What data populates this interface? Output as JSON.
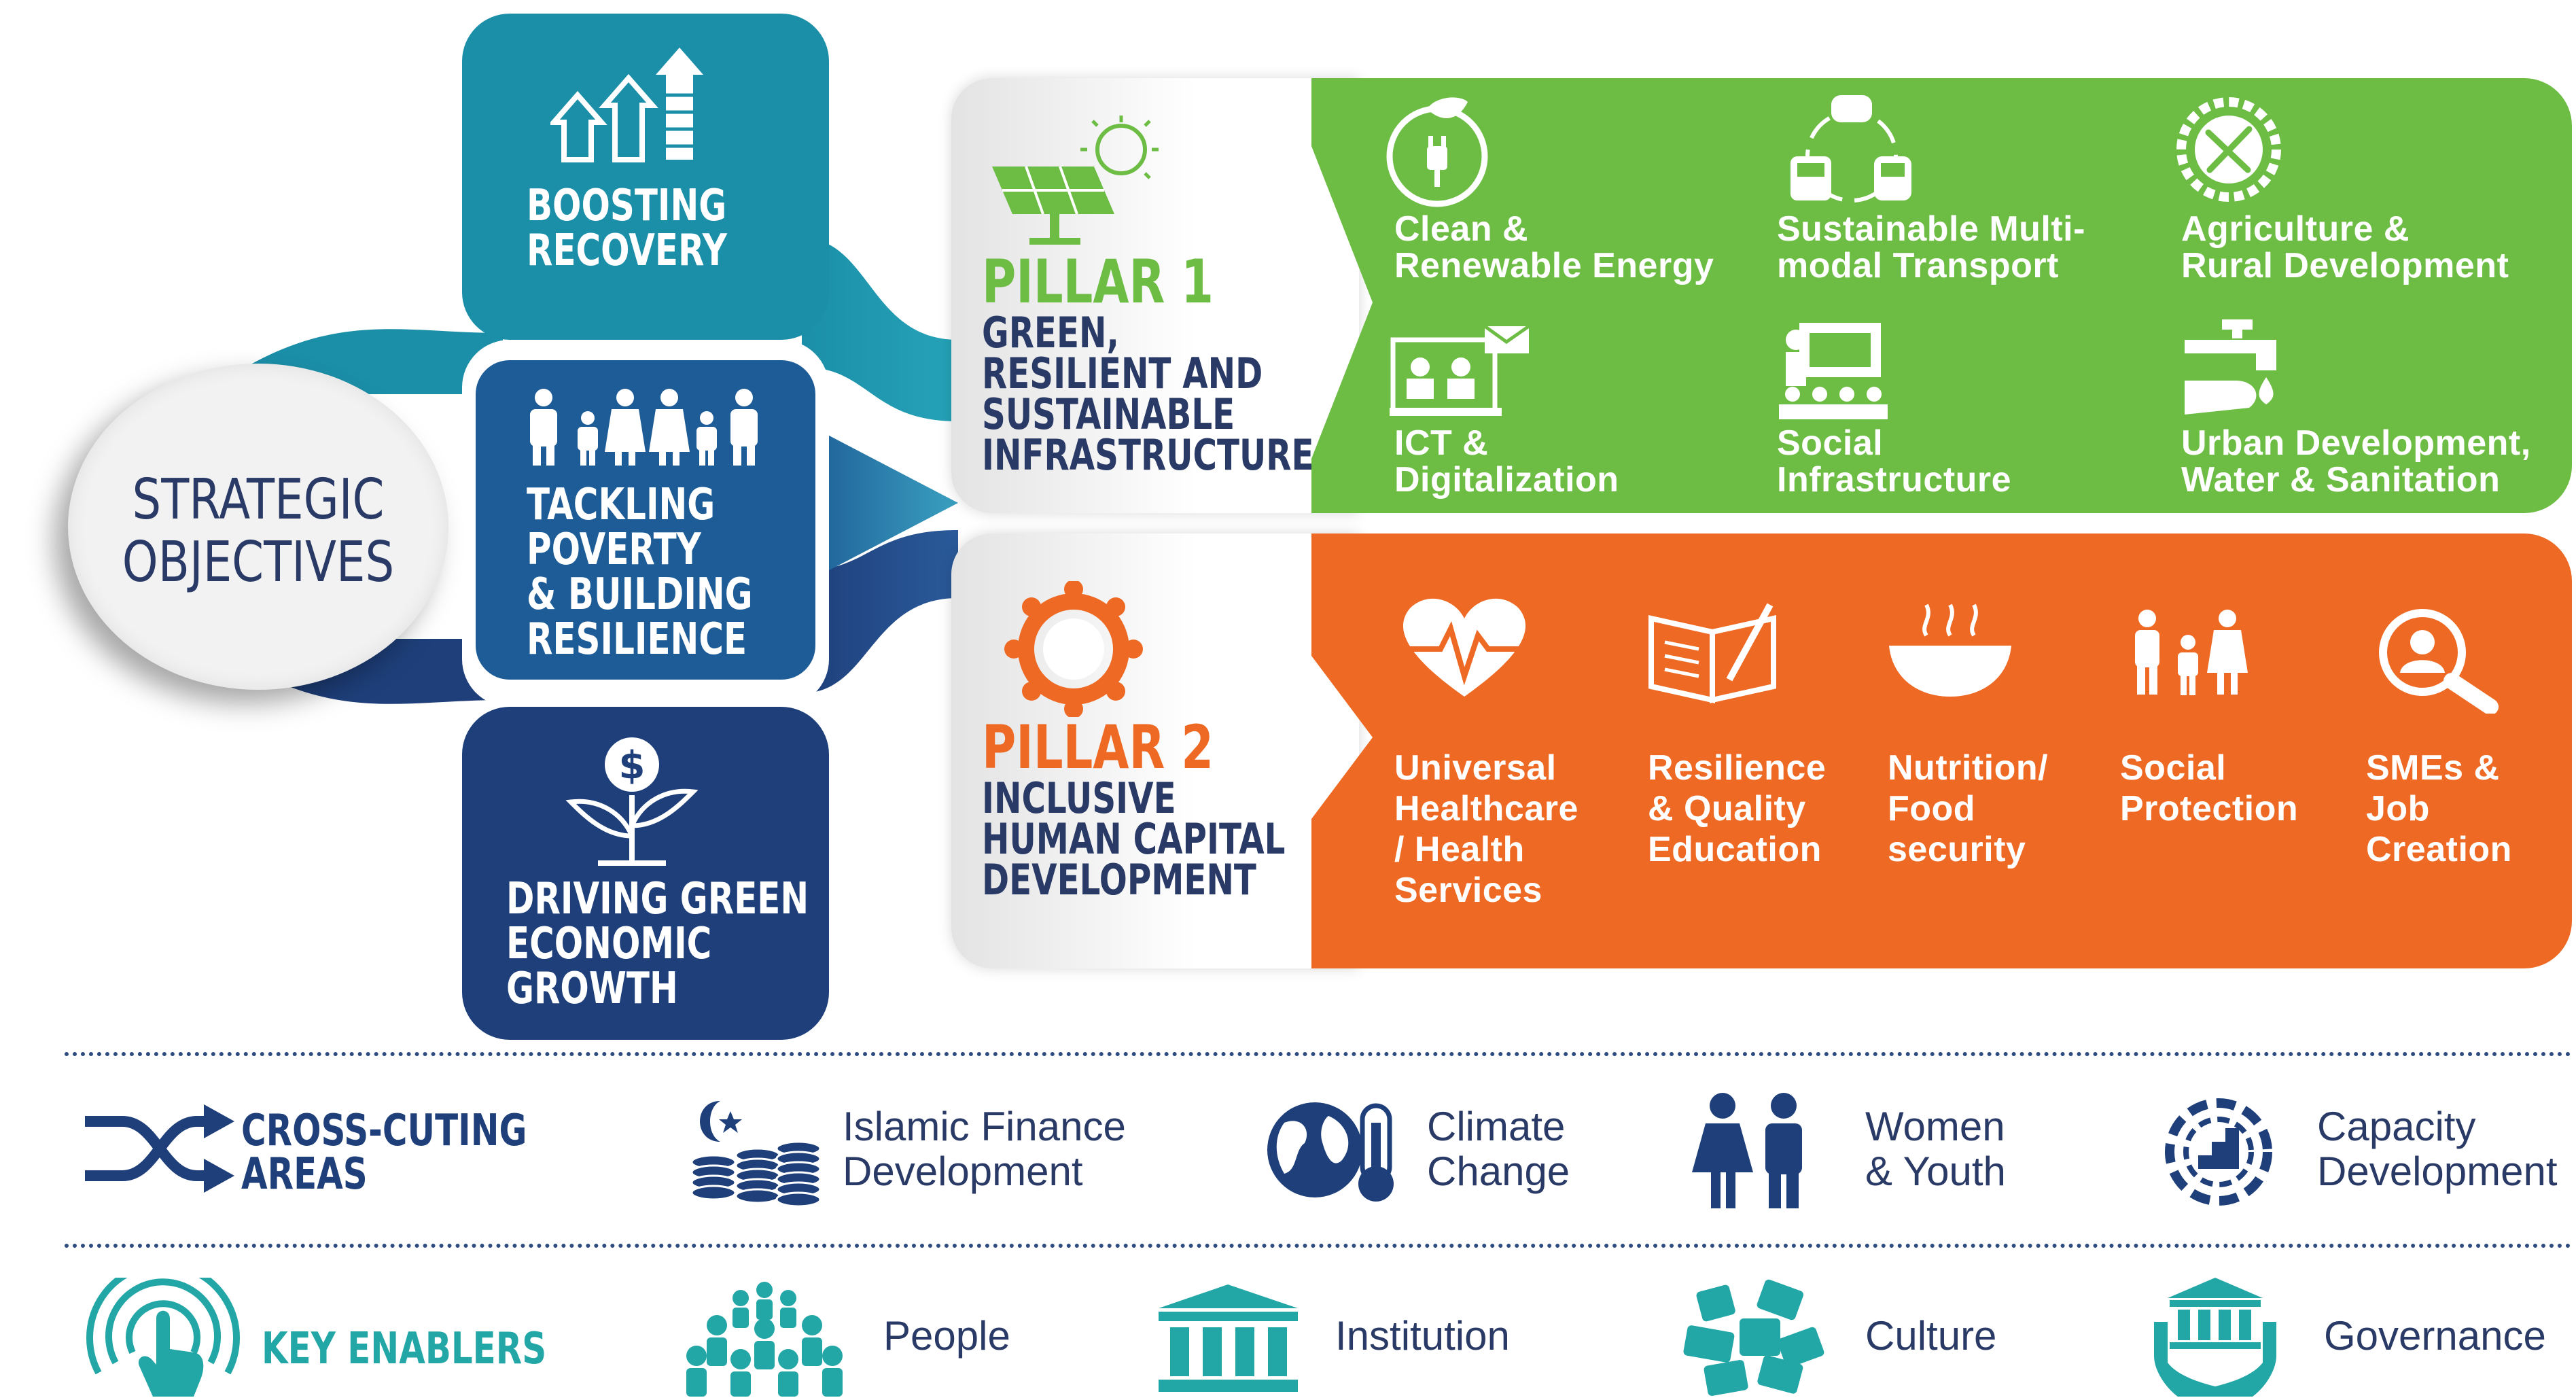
{
  "strategic": {
    "title_line1": "STRATEGIC",
    "title_line2": "OBJECTIVES",
    "objectives": [
      {
        "line1": "BOOSTING",
        "line2": "RECOVERY",
        "line3": "",
        "line4": ""
      },
      {
        "line1": "TACKLING",
        "line2": "POVERTY",
        "line3": "& BUILDING",
        "line4": "RESILIENCE"
      },
      {
        "line1": "DRIVING GREEN",
        "line2": "ECONOMIC",
        "line3": "GROWTH",
        "line4": ""
      }
    ]
  },
  "pillar1": {
    "title": "PILLAR 1",
    "sub1": "GREEN,",
    "sub2": "RESILIENT AND",
    "sub3": "SUSTAINABLE",
    "sub4": "INFRASTRUCTURE",
    "items": [
      {
        "icon": "clean-energy-icon",
        "l1": "Clean &",
        "l2": "Renewable Energy"
      },
      {
        "icon": "transport-icon",
        "l1": "Sustainable Multi-",
        "l2": "modal Transport"
      },
      {
        "icon": "agriculture-icon",
        "l1": "Agriculture &",
        "l2": "Rural Development"
      },
      {
        "icon": "ict-icon",
        "l1": "ICT &",
        "l2": "Digitalization"
      },
      {
        "icon": "social-infrastructure-icon",
        "l1": "Social",
        "l2": "Infrastructure"
      },
      {
        "icon": "water-tap-icon",
        "l1": "Urban Development,",
        "l2": "Water & Sanitation"
      }
    ]
  },
  "pillar2": {
    "title": "PILLAR 2",
    "sub1": "INCLUSIVE",
    "sub2": "HUMAN CAPITAL",
    "sub3": "DEVELOPMENT",
    "items": [
      {
        "icon": "heart-health-icon",
        "l1": "Universal",
        "l2": "Healthcare",
        "l3": "/ Health",
        "l4": "Services"
      },
      {
        "icon": "book-education-icon",
        "l1": "Resilience",
        "l2": "& Quality",
        "l3": "Education",
        "l4": ""
      },
      {
        "icon": "food-bowl-icon",
        "l1": "Nutrition/",
        "l2": "Food",
        "l3": "security",
        "l4": ""
      },
      {
        "icon": "family-icon",
        "l1": "Social",
        "l2": "Protection",
        "l3": "",
        "l4": ""
      },
      {
        "icon": "magnifier-person-icon",
        "l1": "SMEs &",
        "l2": "Job",
        "l3": "Creation",
        "l4": ""
      }
    ]
  },
  "cross_cutting": {
    "label1": "CROSS-CUTING",
    "label2": "AREAS",
    "items": [
      {
        "icon": "islamic-finance-icon",
        "l1": "Islamic Finance",
        "l2": "Development"
      },
      {
        "icon": "climate-globe-icon",
        "l1": "Climate",
        "l2": "Change"
      },
      {
        "icon": "women-youth-icon",
        "l1": "Women",
        "l2": "& Youth"
      },
      {
        "icon": "capacity-icon",
        "l1": "Capacity",
        "l2": "Development"
      }
    ]
  },
  "key_enablers": {
    "label": "KEY ENABLERS",
    "items": [
      {
        "icon": "people-icon",
        "label": "People"
      },
      {
        "icon": "institution-icon",
        "label": "Institution"
      },
      {
        "icon": "culture-hands-icon",
        "label": "Culture"
      },
      {
        "icon": "governance-icon",
        "label": "Governance"
      }
    ]
  },
  "colors": {
    "teal": "#1b8fa8",
    "blue": "#1d5c96",
    "navy": "#1e3f7a",
    "green": "#6dbd45",
    "orange": "#ee6a24",
    "text_navy": "#2a3a66",
    "cross_teal": "#23a6a6"
  }
}
